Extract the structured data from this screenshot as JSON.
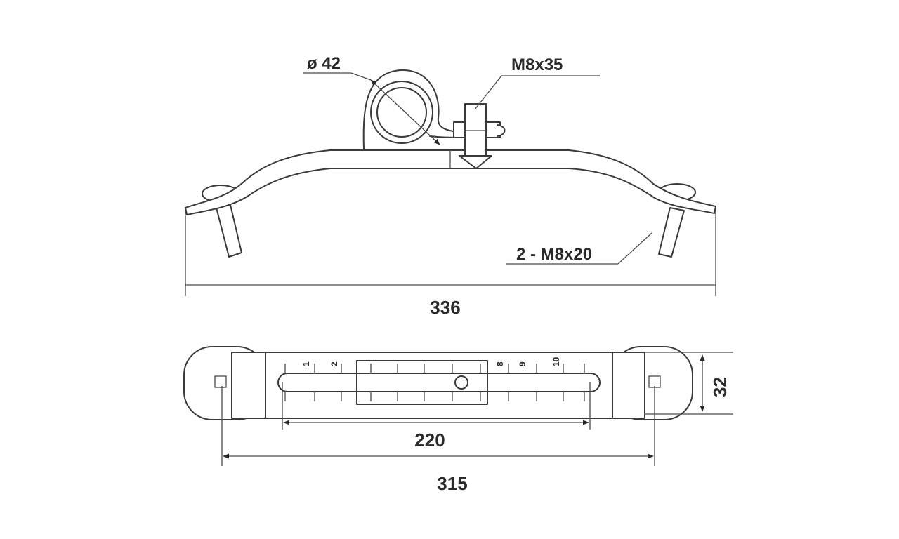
{
  "dimensions": {
    "diameter_label": "ø 42",
    "bolt_top_label": "M8x35",
    "bolt_pair_label": "2 - M8x20",
    "overall_length_label": "336",
    "slot_length_label": "220",
    "hole_spacing_label": "315",
    "width_label": "32"
  },
  "scale_marks": [
    "1",
    "2",
    "8",
    "9",
    "10"
  ]
}
